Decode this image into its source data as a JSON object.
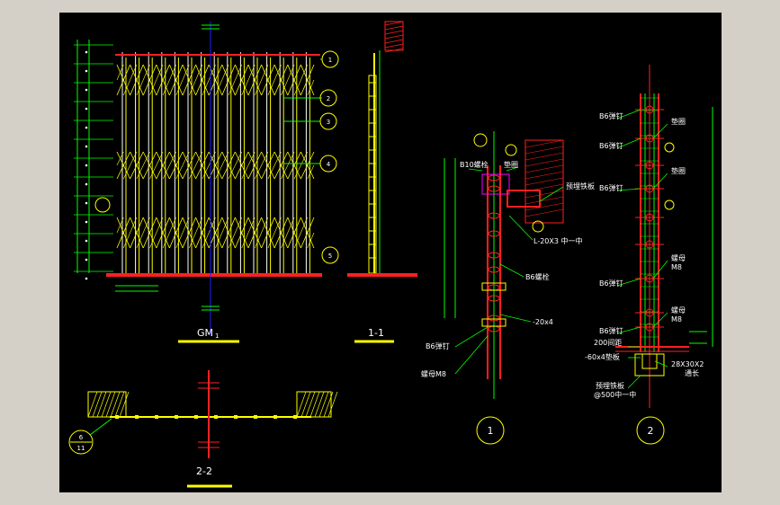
{
  "drawing": {
    "views": {
      "gate_elevation": "GM",
      "gate_subscript": "1",
      "section_1_1": "1-1",
      "section_2_2": "2-2",
      "detail_1": "1",
      "detail_2": "2"
    },
    "balloons": {
      "b1": "1",
      "b2": "2",
      "b3": "3",
      "b4": "4",
      "b5": "5",
      "b6_top": "6",
      "b6_bottom": "11"
    },
    "detail1_labels": {
      "bolt_top": "B10螺栓",
      "pad_top": "垫圈",
      "embed_plate": "预埋铁板",
      "angle": "L-20X3 中一中",
      "bolt_mid": "B6螺栓",
      "flat_bar": "-20x4",
      "nail": "B6弹钉",
      "nut": "螺母M8"
    },
    "detail2_labels": {
      "nail1": "B6弹钉",
      "pad1": "垫圈",
      "nail2": "B6弹钉",
      "pad2": "垫圈",
      "nail3": "B6弹钉",
      "nut1": "螺母",
      "m8_1": "M8",
      "nail4": "B6弹钉",
      "nut2": "螺母",
      "m8_2": "M8",
      "nail5": "B6弹钉",
      "spacing": "200间距",
      "flat_bar": "-60x4垫板",
      "plate": "28X30X2",
      "through": "通长",
      "embed": "预埋铁板",
      "embed_spacing": "@500中一中"
    }
  },
  "colors": {
    "background": "#000000",
    "frame": "#d4d0c8",
    "red": "#ff2020",
    "yellow": "#ffff00",
    "green": "#00ff00",
    "white": "#ffffff",
    "blue": "#2020ff",
    "cyan": "#00ffff",
    "magenta": "#ff00ff"
  }
}
